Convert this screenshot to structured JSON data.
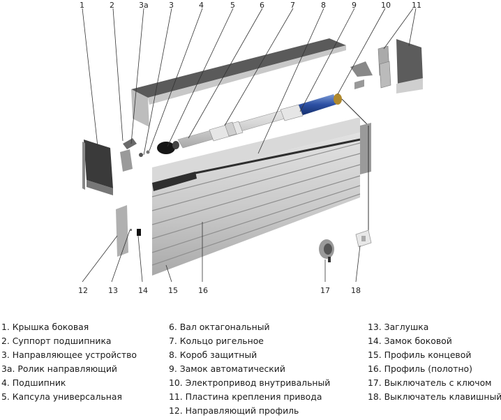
{
  "diagram": {
    "callout_numbers": [
      "1",
      "2",
      "3а",
      "3",
      "4",
      "5",
      "6",
      "7",
      "8",
      "9",
      "10",
      "11",
      "12",
      "13",
      "14",
      "15",
      "16",
      "17",
      "18"
    ],
    "legend": {
      "col1": [
        "1. Крышка боковая",
        "2. Суппорт подшипника",
        "3. Направляющее устройство",
        "3а. Ролик направляющий",
        "4. Подшипник",
        "5. Капсула универсальная"
      ],
      "col2": [
        "6. Вал октагональный",
        "7. Кольцо ригельное",
        "8. Короб защитный",
        "9. Замок автоматический",
        "10. Электропривод внутривальный",
        "11. Пластина крепления привода",
        "12. Направляющий профиль"
      ],
      "col3": [
        "13. Заглушка",
        "14. Замок боковой",
        "15. Профиль концевой",
        "16. Профиль (полотно)",
        "17. Выключатель с ключом",
        "18. Выключатель клавишный"
      ]
    }
  }
}
